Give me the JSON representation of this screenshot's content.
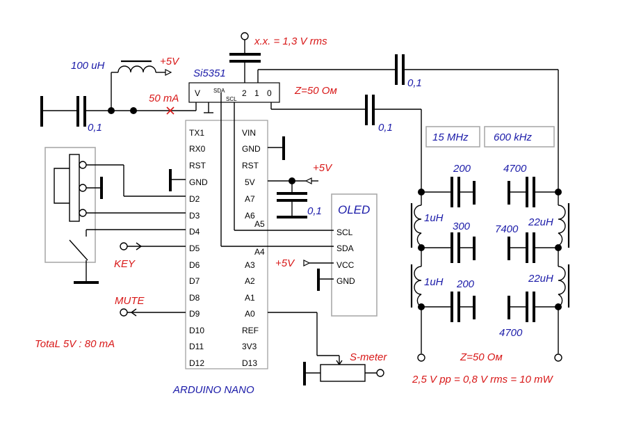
{
  "labels": {
    "xx": "x.x. = 1,3 V rms",
    "ind100": "100 uH",
    "v5_top": "+5V",
    "si5351": "Si5351",
    "ma50": "50 mA",
    "cap_left": "0,1",
    "cap_top": "0,1",
    "cap_mid": "0,1",
    "cap_a6": "0,1",
    "z50_top": "Z=50 Ом",
    "mhz15": "15 MHz",
    "khz600": "600 kHz",
    "c200a": "200",
    "c4700a": "4700",
    "c300": "300",
    "c7400": "7400",
    "c200b": "200",
    "c4700b": "4700",
    "l1a": "1uH",
    "l1b": "1uH",
    "l22a": "22uH",
    "l22b": "22uH",
    "v5_a": "+5V",
    "v5_oled": "+5V",
    "oled": "OLED",
    "key": "KEY",
    "mute": "MUTE",
    "total": "TotaL 5V : 80 mA",
    "arduino": "ARDUINO  NANO",
    "smeter": "S-meter",
    "z50_bot": "Z=50 Ом",
    "power": "2,5 V pp = 0,8 V rms = 10 mW"
  },
  "si_pins": {
    "v": "V",
    "sda": "SDA",
    "scl": "SCL",
    "p2": "2",
    "p1": "1",
    "p0": "0"
  },
  "nano_left": [
    "TX1",
    "RX0",
    "RST",
    "GND",
    "D2",
    "D3",
    "D4",
    "D5",
    "D6",
    "D7",
    "D8",
    "D9",
    "D10",
    "D11",
    "D12"
  ],
  "nano_right": [
    "VIN",
    "GND",
    "RST",
    "5V",
    "A7",
    "A6",
    "A5",
    "A4",
    "A3",
    "A2",
    "A1",
    "A0",
    "REF",
    "3V3",
    "D13"
  ],
  "nano_right_extra": [
    "A5",
    "A4"
  ],
  "oled_pins": [
    "SCL",
    "SDA",
    "VCC",
    "GND"
  ],
  "colors": {
    "blue": "#1a1aa8",
    "red": "#d81818",
    "box": "#aaaaaa"
  }
}
